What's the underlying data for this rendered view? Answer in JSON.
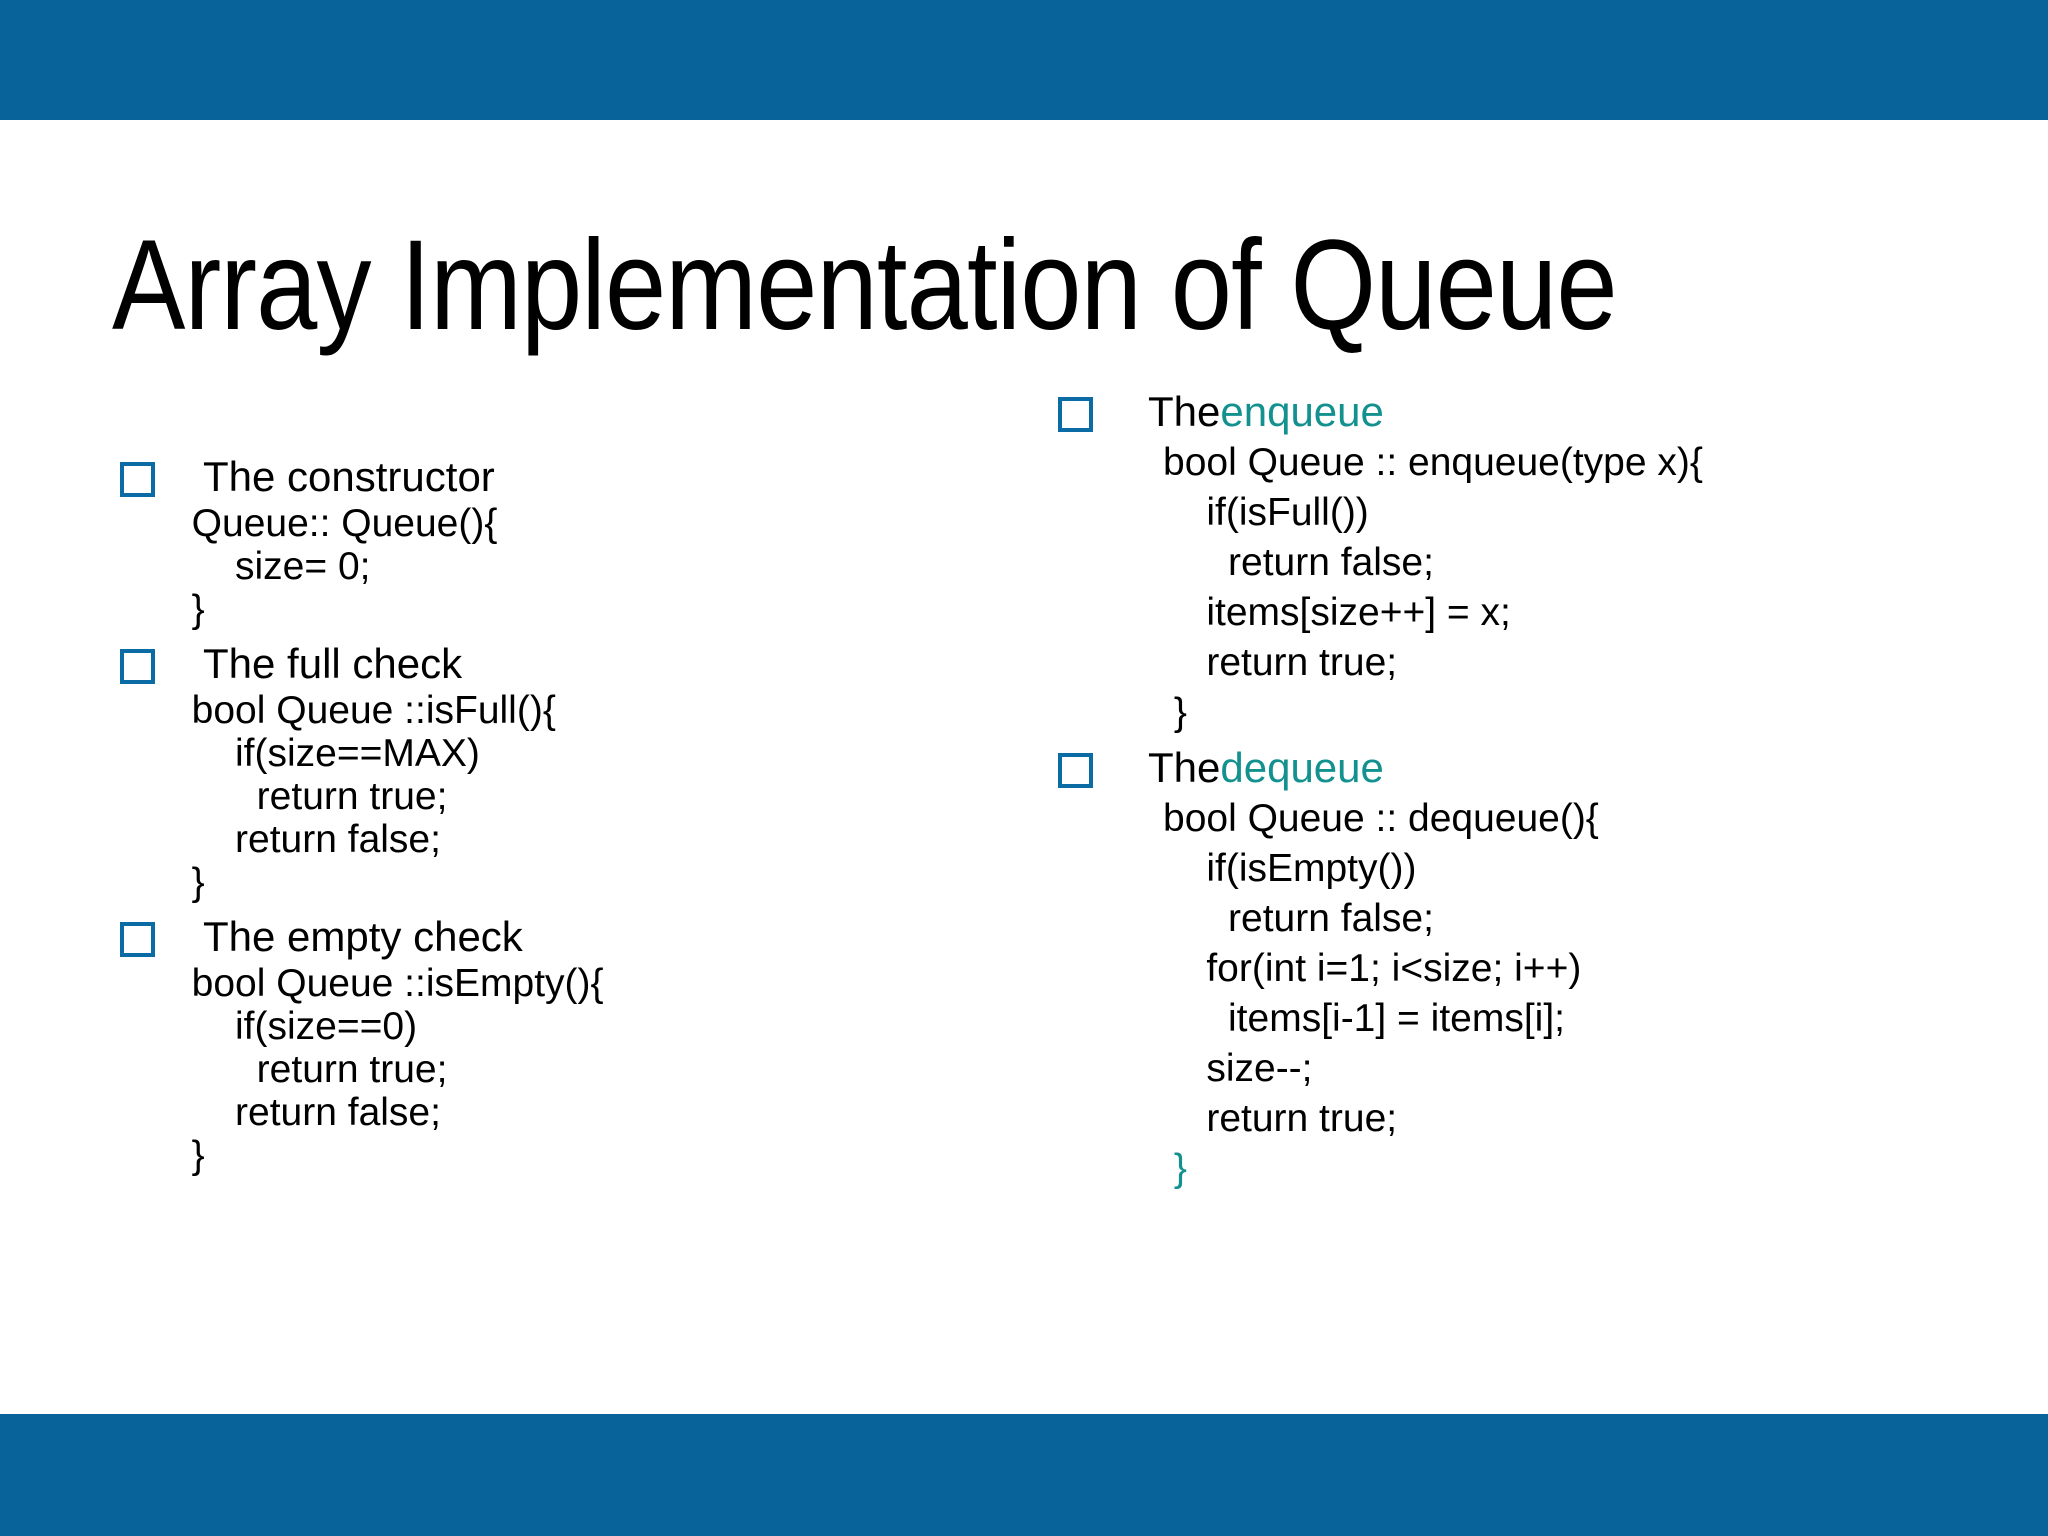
{
  "slide": {
    "title": "Array Implementation of Queue",
    "accent_bar_color": "#07639a",
    "keyword_color": "#12918f",
    "bullet_color": "#0b6ca5",
    "bullet_glyph": "hollow-square"
  },
  "left_column": {
    "sections": [
      {
        "heading_prefix": "The constructor",
        "heading_keyword": "",
        "code": [
          "  Queue:: Queue(){",
          "      size= 0;",
          "  }"
        ]
      },
      {
        "heading_prefix": "The full check",
        "heading_keyword": "",
        "code": [
          "  bool Queue ::isFull(){",
          "      if(size==MAX)",
          "        return true;",
          "      return false;",
          "  }"
        ]
      },
      {
        "heading_prefix": "The empty check",
        "heading_keyword": "",
        "code": [
          "  bool Queue ::isEmpty(){",
          "      if(size==0)",
          "        return true;",
          "      return false;",
          "  }"
        ]
      }
    ]
  },
  "right_column": {
    "sections": [
      {
        "heading_prefix": "The ",
        "heading_keyword": "enqueue",
        "code": [
          "bool Queue :: enqueue(type x){",
          "    if(isFull())",
          "      return false;",
          "    items[size++] = x;",
          "    return true;",
          "",
          " }"
        ]
      },
      {
        "heading_prefix": "The ",
        "heading_keyword": "dequeue",
        "code": [
          "bool Queue :: dequeue(){",
          "    if(isEmpty())",
          "      return false;",
          "    for(int i=1; i<size; i++)",
          "      items[i-1] = items[i];",
          "    size--;",
          "    return true;",
          ""
        ],
        "closing_brace": " }"
      }
    ]
  }
}
